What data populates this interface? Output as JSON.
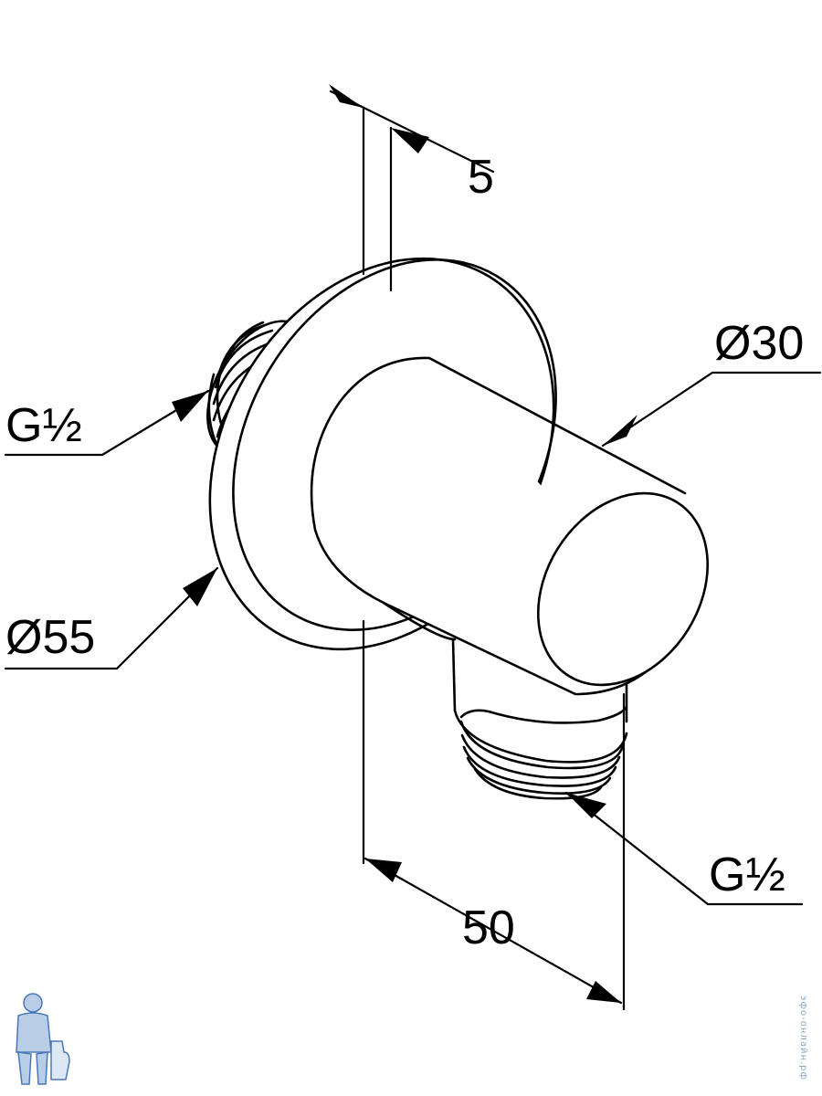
{
  "dimensions": {
    "flange_thickness": "5",
    "outlet_diameter": "Ø30",
    "inlet_thread": "G½",
    "flange_diameter": "Ø55",
    "outlet_thread": "G½",
    "depth": "50"
  },
  "watermark": "эфо-онлайн.рф",
  "colors": {
    "line": "#000000",
    "background": "#ffffff",
    "logo_blue": "#4a78b8",
    "logo_light": "#b9cde6"
  },
  "icons": {
    "logo": "plumber-mascot-icon"
  }
}
